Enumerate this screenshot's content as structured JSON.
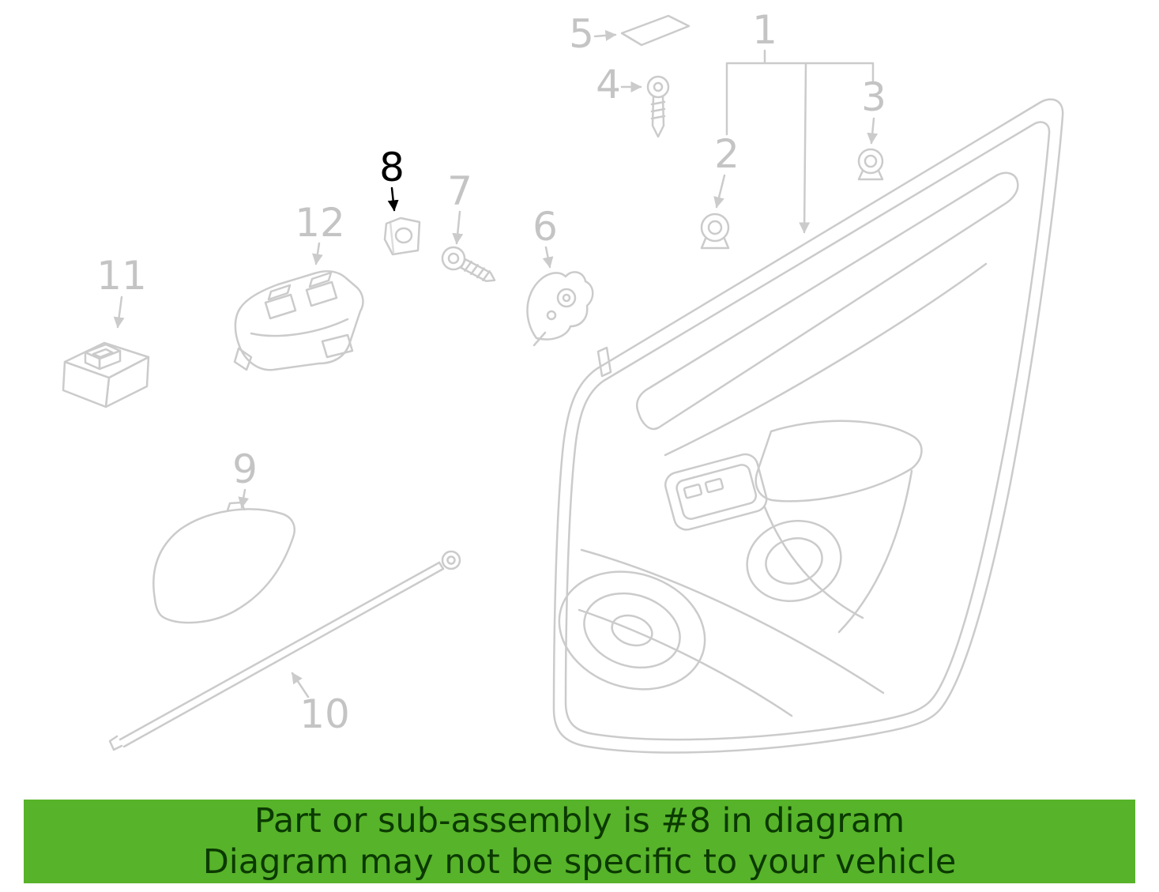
{
  "colors": {
    "line": "#cbcbcb",
    "label": "#c4c4c4",
    "active_label": "#000000",
    "highlight": "#4caf2b",
    "highlight_dark": "#1d7a1f",
    "banner_bg": "#57b32a",
    "banner_text": "#0b3a00"
  },
  "callouts": [
    "1",
    "2",
    "3",
    "4",
    "5",
    "6",
    "7",
    "8",
    "9",
    "10",
    "11",
    "12"
  ],
  "highlighted_part": "8",
  "banner": {
    "line1": "Part or sub-assembly is #8 in diagram",
    "line2": "Diagram may not be specific to your vehicle"
  }
}
